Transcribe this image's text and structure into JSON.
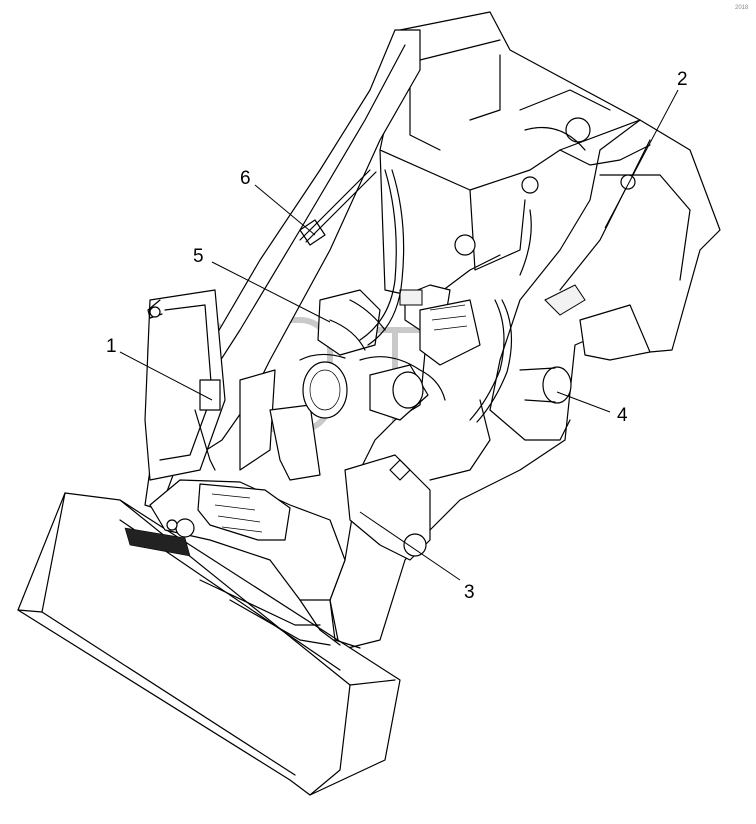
{
  "diagram": {
    "callouts": [
      {
        "id": "1",
        "label": "1"
      },
      {
        "id": "2",
        "label": "2"
      },
      {
        "id": "3",
        "label": "3"
      },
      {
        "id": "4",
        "label": "4"
      },
      {
        "id": "5",
        "label": "5"
      },
      {
        "id": "6",
        "label": "6"
      }
    ],
    "corner_mark": "2018"
  },
  "colors": {
    "line": "#000000",
    "background": "#ffffff",
    "watermark": "#c9c9c9"
  }
}
